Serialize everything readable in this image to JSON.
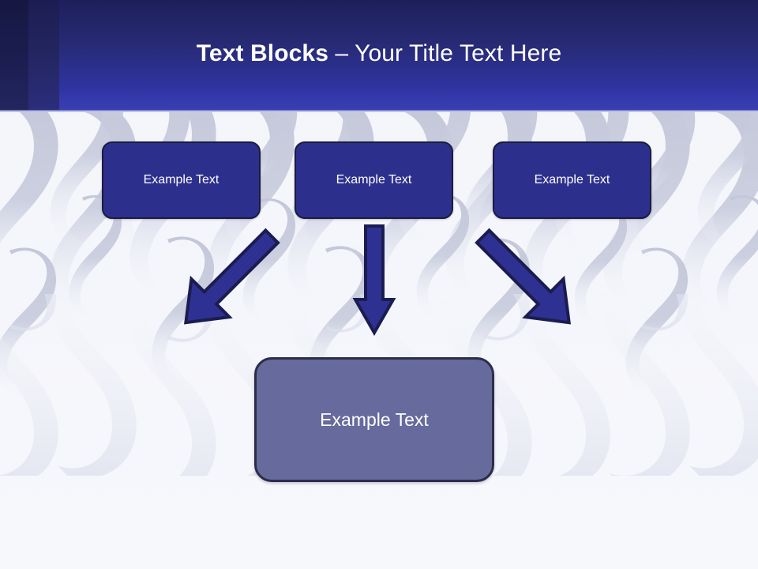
{
  "slide": {
    "background_color": "#f5f6fa",
    "watermark": {
      "name": "ornamental-calligraphy-watermark",
      "color": "#c3c7d9",
      "reflection_color": "#e4e6f0"
    }
  },
  "header": {
    "title_bold": "Text Blocks",
    "title_separator": " – ",
    "title_regular": "Your Title Text Here",
    "gradient_from": "#1d1f5c",
    "gradient_to": "#3a3fb5",
    "band_dark": "#161842",
    "band_mid": "#1b1d52",
    "text_color": "#ffffff"
  },
  "diagram": {
    "top_boxes": [
      {
        "label": "Example Text"
      },
      {
        "label": "Example Text"
      },
      {
        "label": "Example Text"
      }
    ],
    "bottom_box": {
      "label": "Example Text"
    },
    "top_box_fill": "#2d2f8c",
    "top_box_border": "#1b1c3f",
    "bottom_box_fill": "#666a9c",
    "bottom_box_border": "#2c2d4a",
    "arrow_fill": "#2e3192",
    "arrow_border": "#1b1c4f",
    "arrows": [
      {
        "direction": "down-right"
      },
      {
        "direction": "down"
      },
      {
        "direction": "down-left"
      }
    ]
  }
}
